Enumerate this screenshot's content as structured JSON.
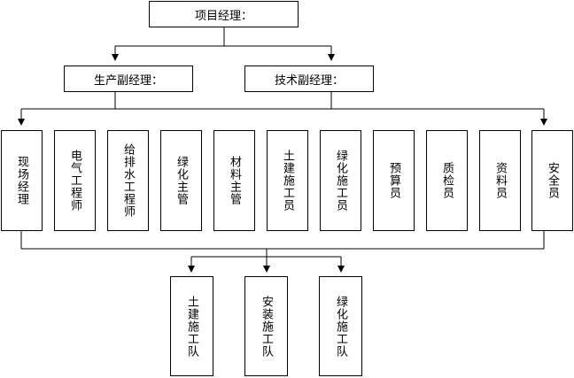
{
  "diagram": {
    "top": {
      "label": "项目经理："
    },
    "deputies": [
      {
        "label": "生产副经理："
      },
      {
        "label": "技术副经理："
      }
    ],
    "roles": [
      {
        "label": "现场经理"
      },
      {
        "label": "电气工程师"
      },
      {
        "label": "给排水工程师"
      },
      {
        "label": "绿化主管"
      },
      {
        "label": "材料主管"
      },
      {
        "label": "土建施工员"
      },
      {
        "label": "绿化施工员"
      },
      {
        "label": "预算员"
      },
      {
        "label": "质检员"
      },
      {
        "label": "资料员"
      },
      {
        "label": "安全员"
      }
    ],
    "teams": [
      {
        "label": "土建施工队"
      },
      {
        "label": "安装施工队"
      },
      {
        "label": "绿化施工队"
      }
    ]
  }
}
